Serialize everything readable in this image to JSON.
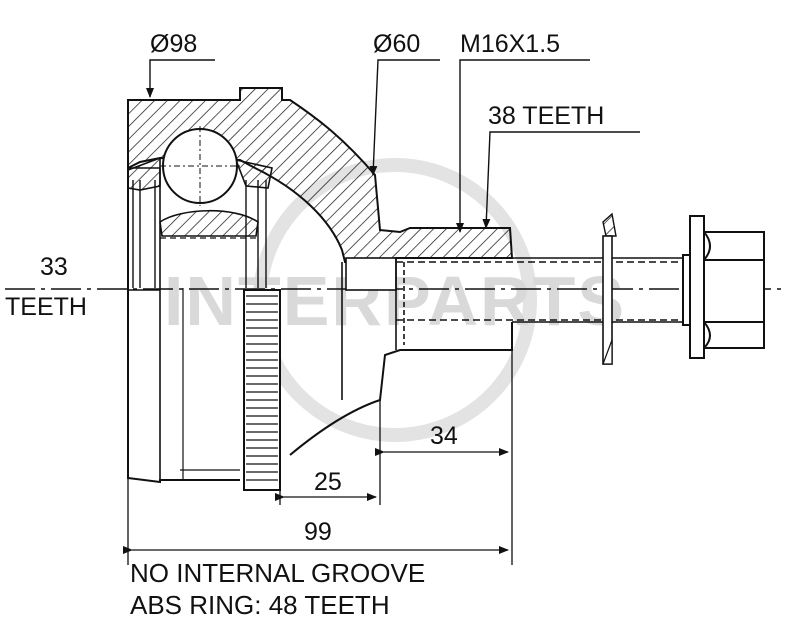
{
  "labels": {
    "dia_98": "Ø98",
    "dia_60": "Ø60",
    "thread": "M16X1.5",
    "outer_teeth": "38 TEETH",
    "inner_teeth_count": "33",
    "inner_teeth_word": "TEETH",
    "dim_34": "34",
    "dim_25": "25",
    "dim_99": "99"
  },
  "notes": {
    "line1": "NO INTERNAL GROOVE",
    "line2": "ABS RING: 48 TEETH"
  },
  "watermark": "INTERPARTS",
  "colors": {
    "ink": "#111111",
    "watermark": "#d9d9d9"
  }
}
